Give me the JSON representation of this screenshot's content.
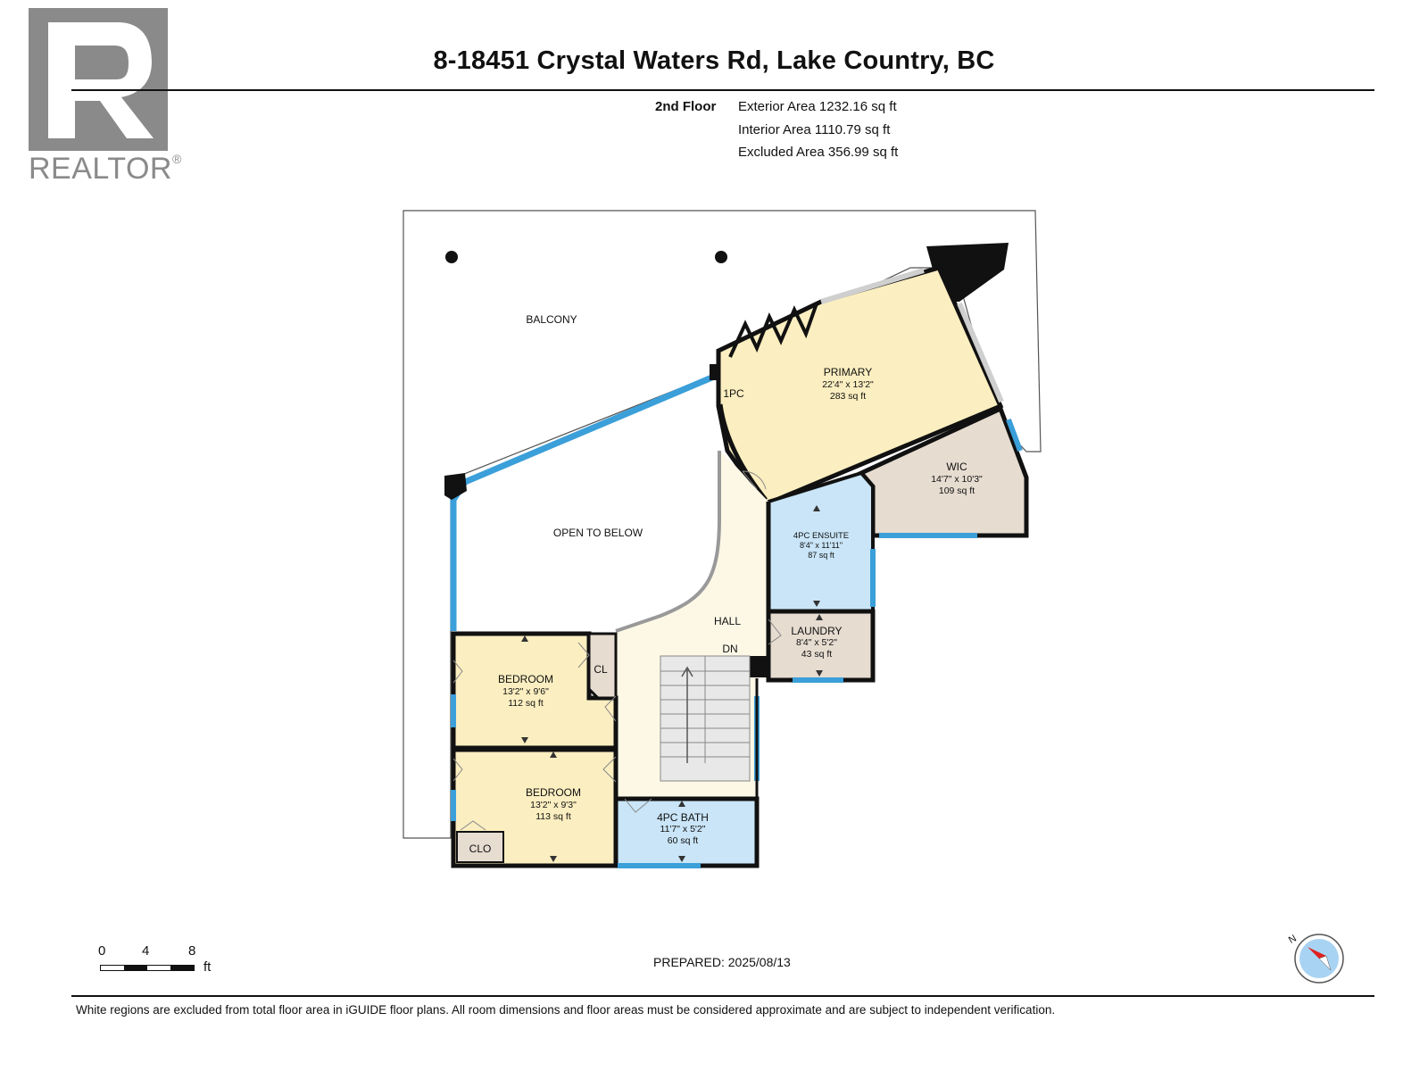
{
  "header": {
    "title": "8-18451 Crystal Waters Rd, Lake Country, BC",
    "floor_label": "2nd Floor",
    "area_lines": [
      "Exterior Area 1232.16 sq ft",
      "Interior Area 1110.79 sq ft",
      "Excluded Area 356.99 sq ft"
    ]
  },
  "logo": {
    "text": "REALTOR",
    "reg": "®"
  },
  "rooms": {
    "balcony": {
      "name": "BALCONY"
    },
    "open_below": {
      "name": "OPEN TO BELOW"
    },
    "primary": {
      "name": "PRIMARY",
      "dims": "22'4\" x 13'2\"",
      "area": "283 sq ft"
    },
    "one_pc": {
      "name": "1PC"
    },
    "wic": {
      "name": "WIC",
      "dims": "14'7\" x 10'3\"",
      "area": "109 sq ft"
    },
    "ensuite": {
      "name": "4PC ENSUITE",
      "dims": "8'4\" x 11'11\"",
      "area": "87 sq ft"
    },
    "hall": {
      "name": "HALL"
    },
    "dn": {
      "name": "DN"
    },
    "laundry": {
      "name": "LAUNDRY",
      "dims": "8'4\" x 5'2\"",
      "area": "43 sq ft"
    },
    "bedroom1": {
      "name": "BEDROOM",
      "dims": "13'2\" x 9'6\"",
      "area": "112 sq ft"
    },
    "cl": {
      "name": "CL"
    },
    "bedroom2": {
      "name": "BEDROOM",
      "dims": "13'2\" x 9'3\"",
      "area": "113 sq ft"
    },
    "clo": {
      "name": "CLO"
    },
    "bath": {
      "name": "4PC BATH",
      "dims": "11'7\" x 5'2\"",
      "area": "60 sq ft"
    }
  },
  "scale": {
    "ticks": [
      "0",
      "4",
      "8"
    ],
    "unit": "ft"
  },
  "compass": {
    "label": "N"
  },
  "footer": {
    "prepared": "PREPARED: 2025/08/13",
    "disclaimer": "White regions are excluded from total floor area in iGUIDE floor plans. All room dimensions and floor areas must be considered approximate and are subject to independent verification."
  },
  "colors": {
    "primary_fill": "#fbeec0",
    "wic_fill": "#e6dcd0",
    "ensuite_fill": "#c9e5f7",
    "laundry_fill": "#e6dcd0",
    "bedroom_fill": "#fbeec0",
    "bath_fill": "#c9e5f7",
    "hall_fill": "#fdf8e6",
    "window": "#3b9fd9",
    "wall": "#111111",
    "logo_gray": "#8a8a8a"
  }
}
